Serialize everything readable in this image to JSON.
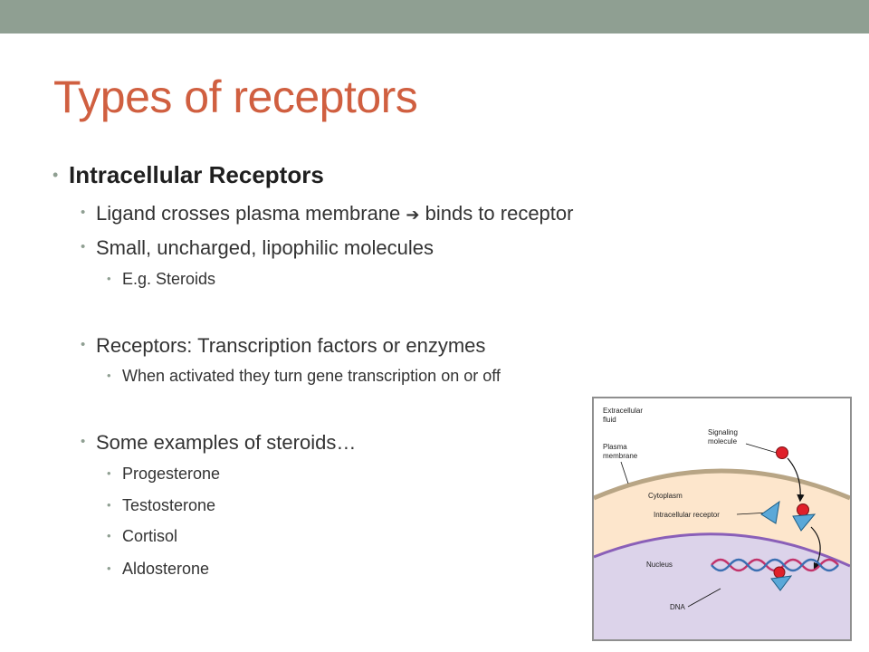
{
  "slide": {
    "title": "Types of receptors",
    "bullets": {
      "level1": "Intracellular Receptors",
      "ligand_prefix": "Ligand crosses plasma membrane ",
      "ligand_arrow": "➔",
      "ligand_suffix": " binds to receptor",
      "small": "Small, uncharged, lipophilic molecules",
      "eg": "E.g. Steroids",
      "receptors": "Receptors: Transcription factors or enzymes",
      "activated": "When activated they turn gene transcription on or off",
      "examples": "Some examples of steroids…",
      "steroids": [
        "Progesterone",
        "Testosterone",
        "Cortisol",
        "Aldosterone"
      ]
    }
  },
  "figure": {
    "labels": {
      "extracellular_1": "Extracellular",
      "extracellular_2": "fluid",
      "plasma_1": "Plasma",
      "plasma_2": "membrane",
      "signaling_1": "Signaling",
      "signaling_2": "molecule",
      "cytoplasm": "Cytoplasm",
      "receptor": "Intracellular receptor",
      "nucleus": "Nucleus",
      "dna": "DNA"
    }
  },
  "colors": {
    "title": "#d05f40",
    "top_bar": "#8f9f92",
    "cytoplasm": "#fde6cc",
    "membrane": "#b8a585",
    "nucleus": "#dcd3ea",
    "nuclear_envelope": "#8a5fb8",
    "signal_molecule": "#e0202a",
    "receptor": "#5aa8d8"
  }
}
